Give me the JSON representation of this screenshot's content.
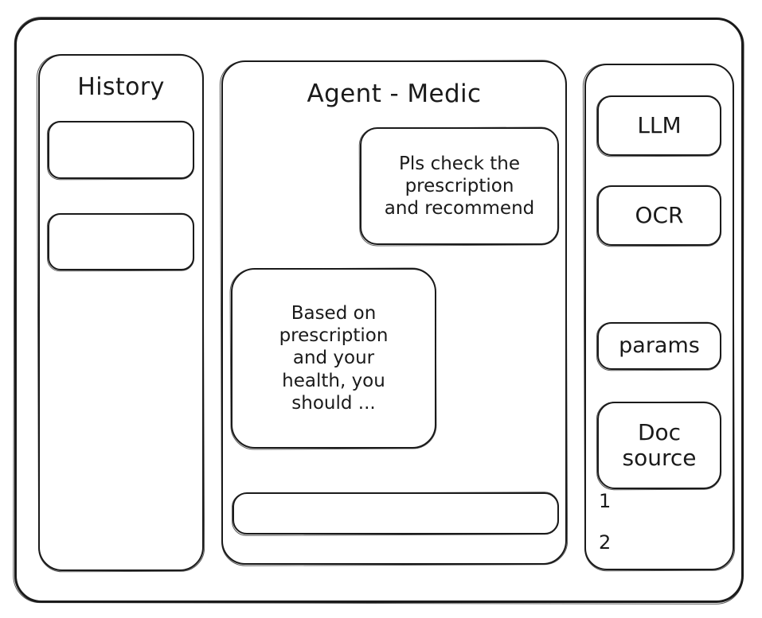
{
  "window": {
    "frame_name": "app-window"
  },
  "sidebar": {
    "title": "History",
    "items": [
      {
        "label": "",
        "name": "history-card-1"
      },
      {
        "label": "",
        "name": "history-card-2"
      }
    ]
  },
  "main": {
    "title": "Agent - Medic",
    "messages": [
      {
        "role": "user",
        "lines": [
          "Pls check the",
          "prescription",
          "and recommend"
        ],
        "text": "Pls check the prescription and recommend"
      },
      {
        "role": "assistant",
        "lines": [
          "Based on",
          "prescription",
          "and your",
          "health, you",
          "should ..."
        ],
        "text": "Based on prescription and your health, you should ..."
      }
    ],
    "composer": {
      "value": "",
      "placeholder": ""
    }
  },
  "tools": {
    "cards": [
      {
        "label": "LLM",
        "name": "tool-card-llm"
      },
      {
        "label": "OCR",
        "name": "tool-card-ocr"
      },
      {
        "label": "params",
        "name": "tool-card-params"
      }
    ],
    "doc_source": {
      "line1": "Doc",
      "line2": "source",
      "label": "Doc source",
      "markers": [
        "1",
        "2"
      ]
    }
  },
  "colors": {
    "stroke": "#1b1b1b",
    "background": "#ffffff",
    "text": "#1a1a1a"
  }
}
